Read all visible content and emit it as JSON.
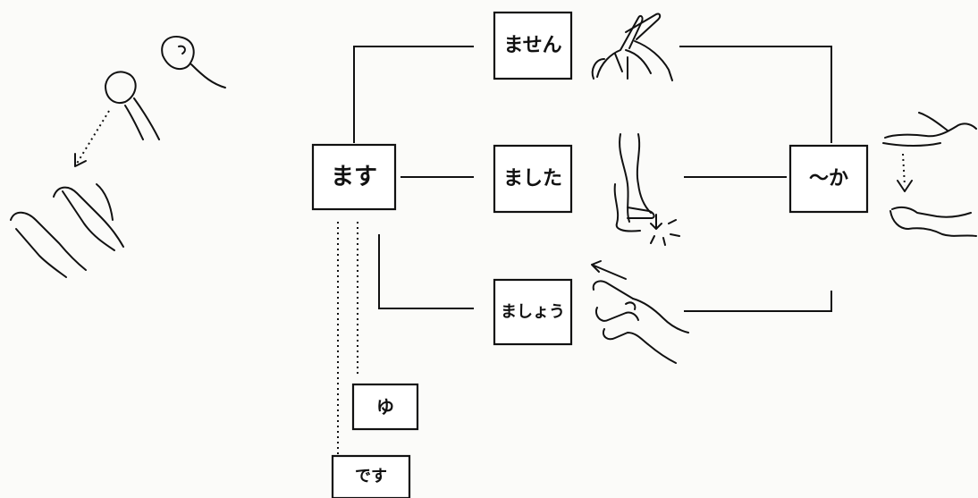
{
  "boxes": {
    "masu": "ます",
    "masen": "ません",
    "mashita": "ました",
    "mashou": "ましょう",
    "ka": "～か",
    "null_mark": "ゆ",
    "desu": "です"
  },
  "icons": [
    "hands-together-sign-icon",
    "crossed-fingers-sign-icon",
    "walking-legs-sign-icon",
    "pointing-hand-sign-icon",
    "open-palm-sign-icon"
  ]
}
